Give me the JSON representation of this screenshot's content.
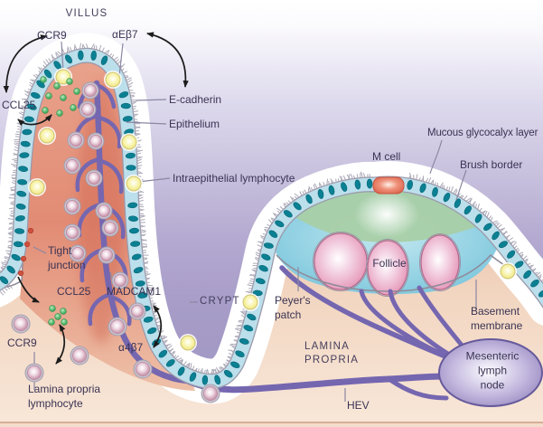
{
  "figure": {
    "description": "Diagram of intestinal mucosal immunity: villus, crypt, Peyer's patch and mesenteric lymph node",
    "labels": {
      "villus": "VILLUS",
      "ccr9_top": "CCR9",
      "alpha_e_beta7": "αEβ7",
      "ccl25_top": "CCL25",
      "e_cadherin": "E-cadherin",
      "epithelium": "Epithelium",
      "intraepithelial_lymphocyte": "Intraepithelial lymphocyte",
      "mucous_glycocalyx_layer": "Mucous glycocalyx layer",
      "m_cell": "M cell",
      "brush_border": "Brush border",
      "tight_junction": "Tight\njunction",
      "ccl25_lower": "CCL25",
      "madcam1": "MADCAM1",
      "crypt": "CRYPT",
      "peyers_patch": "Peyer's\npatch",
      "basement_membrane": "Basement\nmembrane",
      "ccr9_lower": "CCR9",
      "alpha4_beta7": "α4β7",
      "lamina_propria": "LAMINA\nPROPRIA",
      "lamina_propria_lymphocyte": "Lamina propria\nlymphocyte",
      "mesenteric_lymph_node": "Mesenteric\nlymph node",
      "hev": "HEV",
      "follicle": "Follicle"
    },
    "colors": {
      "background_lavender": "#b6abd2",
      "lamina_propria_peach": "#f2d4bf",
      "vessel_purple": "#7566b0",
      "epithelium_blue": "#bcdfec",
      "nucleus_teal": "#0b8093",
      "follicle_pink": "#e79cbc",
      "iel_yellow": "#f2e98a",
      "m_cell_red": "#e06a52",
      "chemokine_green": "#3aa85a",
      "tight_junction_red": "#d0503c",
      "lymph_node_purple": "#8374b4",
      "label_text": "#3a3353"
    }
  }
}
